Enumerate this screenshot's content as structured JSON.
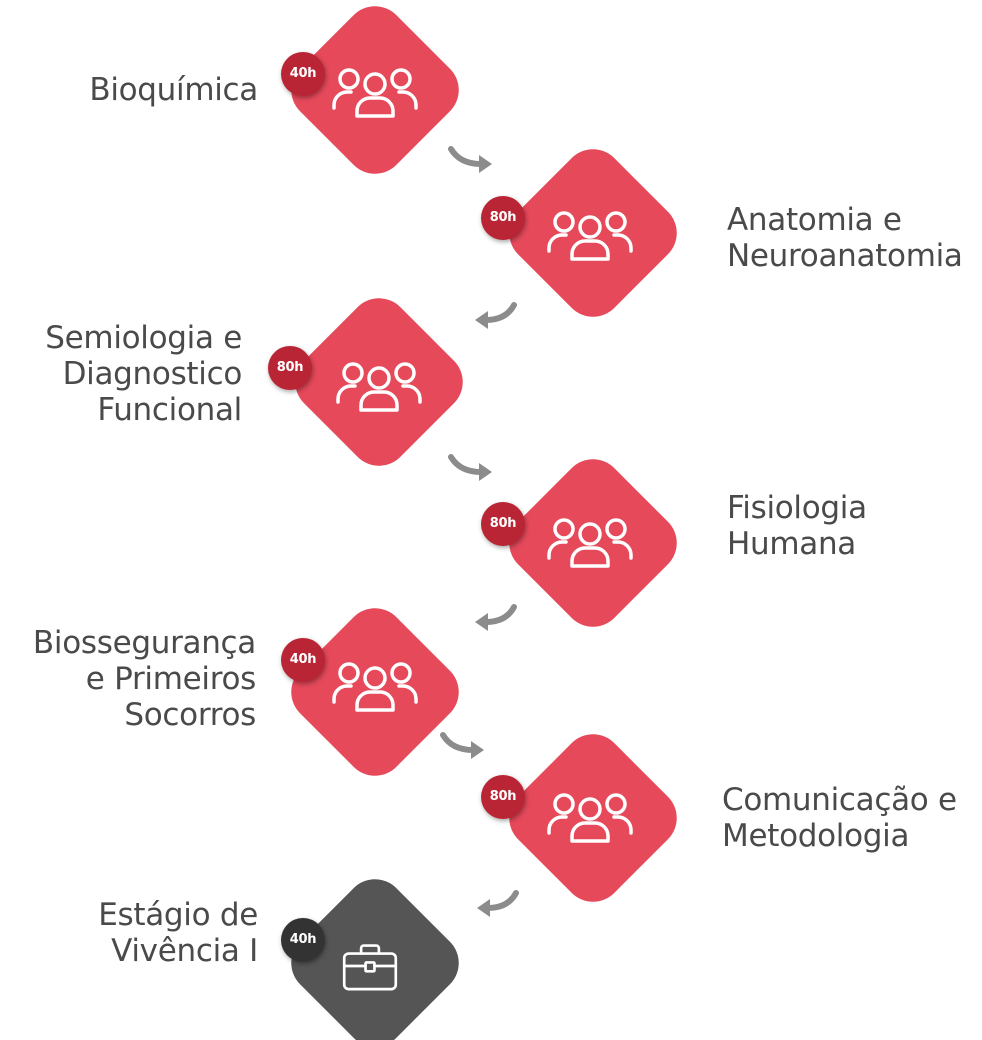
{
  "colors": {
    "course": "#e5495a",
    "course_badge": "#ba2535",
    "internship": "#555555",
    "internship_badge": "#333333",
    "arrow": "#8c8c8c",
    "label": "#4a4a4a"
  },
  "steps": [
    {
      "hours": "40h",
      "label_lines": [
        "Bioquímica"
      ],
      "icon": "group-icon",
      "kind": "course"
    },
    {
      "hours": "80h",
      "label_lines": [
        "Anatomia e",
        "Neuroanatomia"
      ],
      "icon": "group-icon",
      "kind": "course"
    },
    {
      "hours": "80h",
      "label_lines": [
        "Semiologia e",
        "Diagnostico",
        "Funcional"
      ],
      "icon": "group-icon",
      "kind": "course"
    },
    {
      "hours": "80h",
      "label_lines": [
        "Fisiologia",
        "Humana"
      ],
      "icon": "group-icon",
      "kind": "course"
    },
    {
      "hours": "40h",
      "label_lines": [
        "Biossegurança",
        "e Primeiros",
        "Socorros"
      ],
      "icon": "group-icon",
      "kind": "course"
    },
    {
      "hours": "80h",
      "label_lines": [
        "Comunicação e",
        "Metodologia"
      ],
      "icon": "group-icon",
      "kind": "course"
    },
    {
      "hours": "40h",
      "label_lines": [
        "Estágio de",
        "Vivência I"
      ],
      "icon": "briefcase-icon",
      "kind": "internship"
    }
  ]
}
